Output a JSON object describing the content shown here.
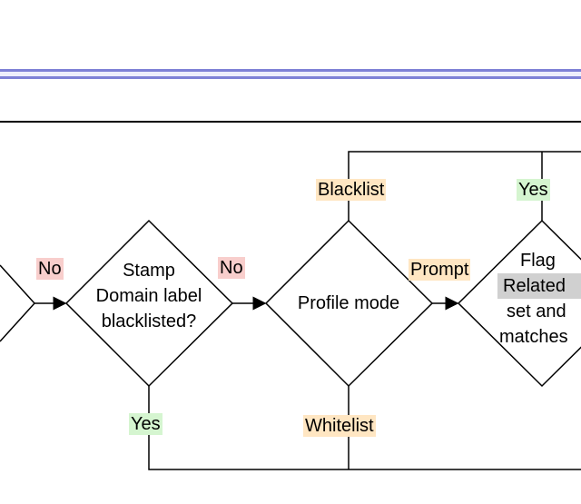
{
  "nodes": {
    "stamp": {
      "line1": "Stamp",
      "line2": "Domain label",
      "line3": "blacklisted?"
    },
    "profile": {
      "text": "Profile mode"
    },
    "flag": {
      "line1": "Flag",
      "line2": "Related",
      "line3": "set and",
      "line4": "matches"
    }
  },
  "edges": {
    "no_left": "No",
    "no_stamp": "No",
    "yes_stamp": "Yes",
    "blacklist": "Blacklist",
    "prompt": "Prompt",
    "whitelist": "Whitelist",
    "yes_flag": "Yes"
  },
  "colors": {
    "no": "#f8cecc",
    "yes": "#d5f5d0",
    "mode": "#ffe6c2",
    "band": "#7e81d6"
  }
}
